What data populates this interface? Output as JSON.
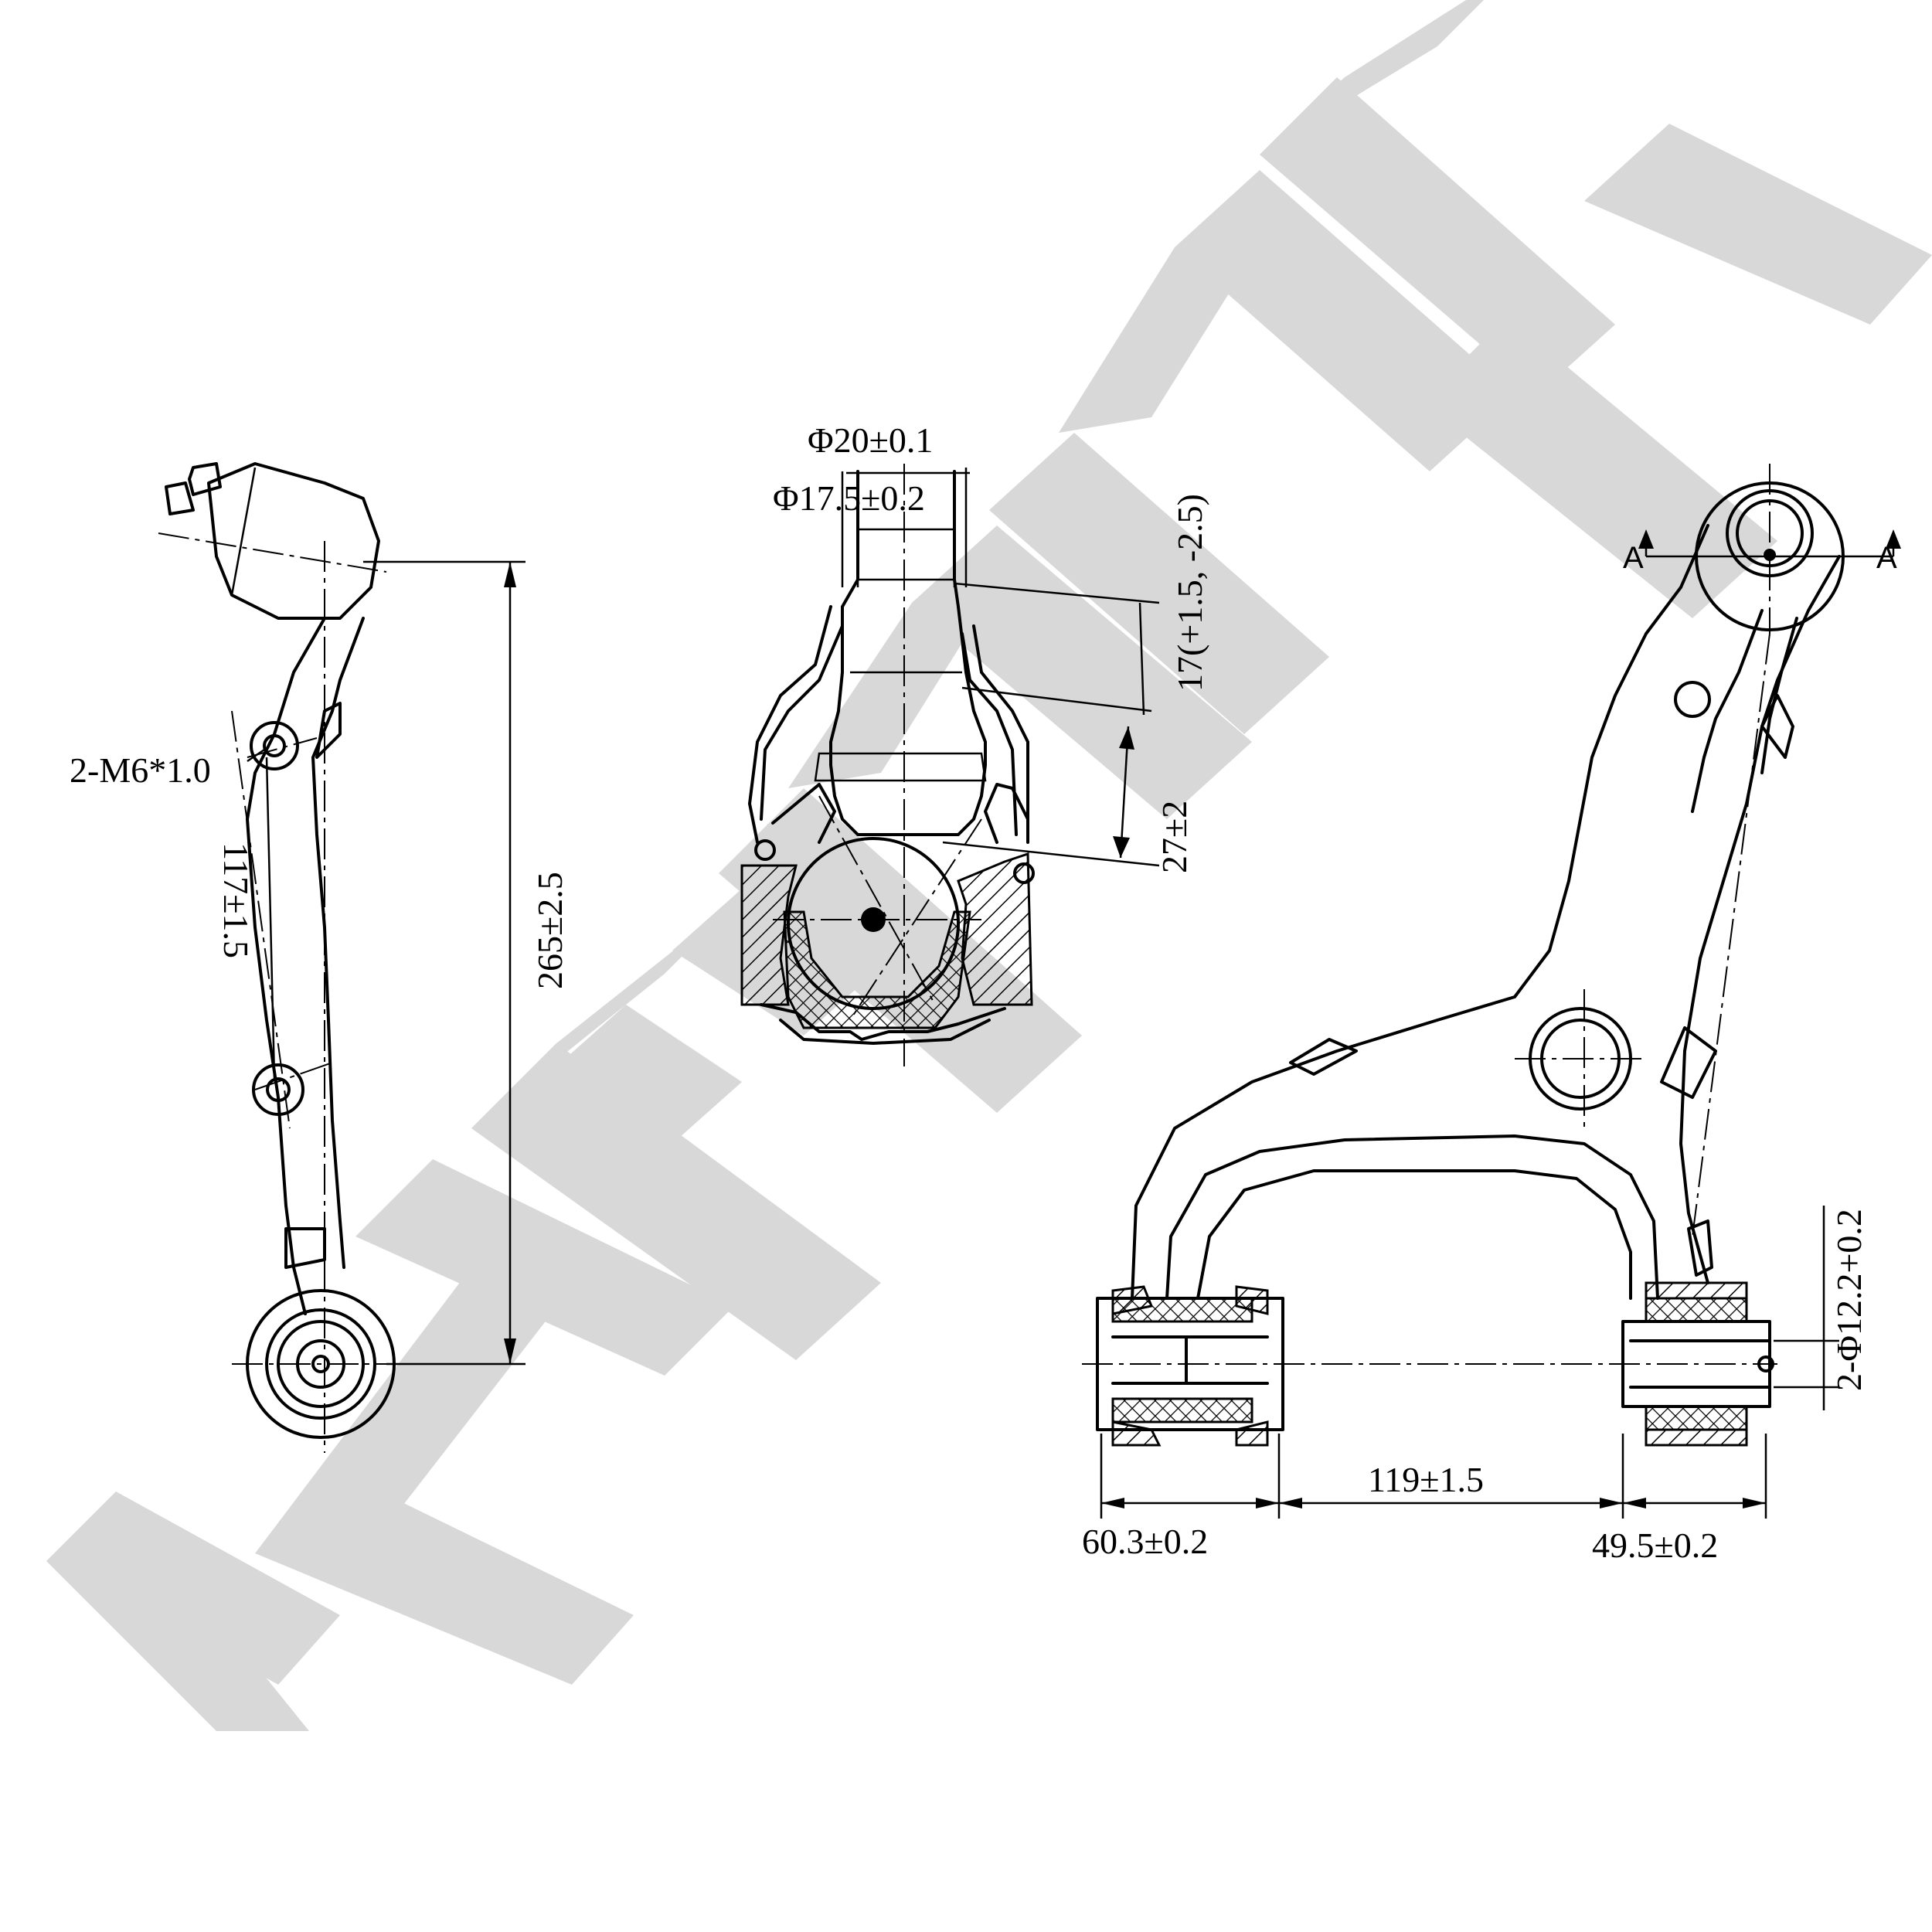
{
  "watermark": {
    "text": "ZENNEK",
    "color": "#d6d6d6"
  },
  "views": {
    "side_view": {
      "labels": {
        "thread": "2-M6*1.0",
        "hole_pitch": "117±1.5",
        "overall_height": "265±2.5"
      }
    },
    "ball_joint_section": {
      "labels": {
        "major_diameter": "Φ20±0.1",
        "minor_diameter": "Φ17.5±0.2",
        "taper_length": "17(+1.5, -2.5)",
        "stud_height": "27±2"
      }
    },
    "top_view": {
      "labels": {
        "section_marker_left": "A",
        "section_marker_right": "A",
        "bushing_bore": "2-Φ12.2+0.2",
        "center_distance": "119±1.5",
        "left_bushing_width": "60.3±0.2",
        "right_bushing_width": "49.5±0.2"
      }
    }
  }
}
